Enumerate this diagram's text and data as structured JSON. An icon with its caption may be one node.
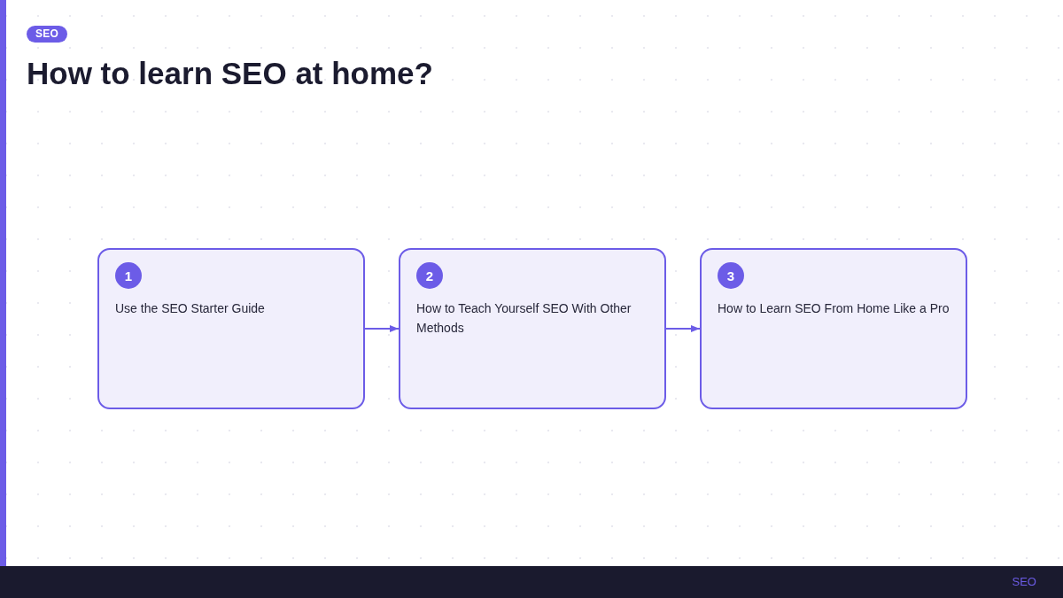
{
  "diagram": {
    "title": "How to learn SEO at home?",
    "nodes": [
      {
        "text": [
          "1",
          "Use the SEO Starter Guide"
        ]
      },
      {
        "text": [
          "2",
          "How to Teach Yourself SEO With Other Methods"
        ]
      },
      {
        "text": [
          "3",
          "How to Learn SEO From Home Like a Pro"
        ]
      }
    ],
    "edges": [
      {
        "from": 0,
        "to": 1,
        "arrow": "to"
      },
      {
        "from": 1,
        "to": 2,
        "arrow": "to"
      }
    ],
    "labels": [
      "SEO",
      "SEO"
    ]
  }
}
